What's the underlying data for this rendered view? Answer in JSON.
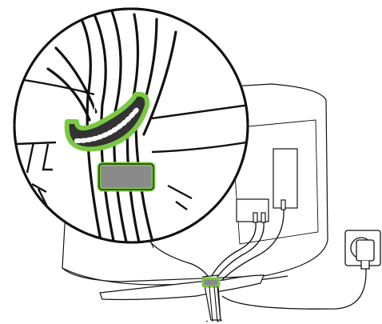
{
  "figure": {
    "kind": "instructional-illustration",
    "subject": "tv-rear-cable-management",
    "colors": {
      "background": "#ffffff",
      "line": "#111111",
      "panel": "#ffffff",
      "clip_highlight": "#7ac943",
      "clip_fill": "#8a8a8a",
      "clip_dark": "#333333"
    },
    "parts": [
      {
        "id": "magnified-view",
        "icon": "magnifier-circle"
      },
      {
        "id": "cable-bundle",
        "icon": "cables"
      },
      {
        "id": "ring-cable-holder",
        "icon": "ring-clip",
        "highlighted": true
      },
      {
        "id": "tie-cable-holder",
        "icon": "band-clip",
        "highlighted": true
      },
      {
        "id": "tv-back-panel",
        "icon": "monitor-rear"
      },
      {
        "id": "input-ports",
        "icon": "port-block"
      },
      {
        "id": "tv-stand",
        "icon": "stand-base"
      },
      {
        "id": "wall-socket",
        "icon": "power-outlet"
      },
      {
        "id": "power-plug",
        "icon": "plug"
      }
    ]
  }
}
